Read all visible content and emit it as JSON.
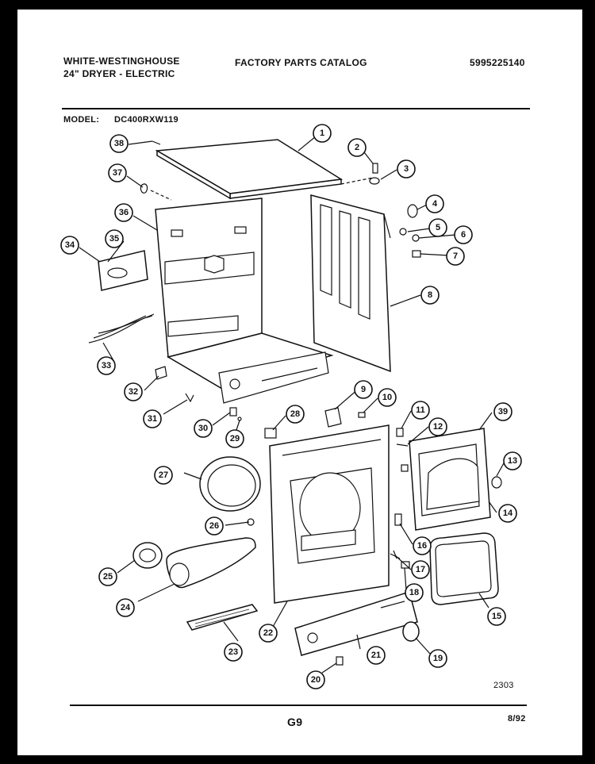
{
  "header": {
    "brand": "WHITE-WESTINGHOUSE",
    "product": "24\" DRYER - ELECTRIC",
    "catalog": "FACTORY PARTS CATALOG",
    "catalog_number": "5995225140",
    "model_label": "MODEL:",
    "model_value": "DC400RXW119"
  },
  "footer": {
    "figure_code": "2303",
    "page_code": "G9",
    "date": "8/92"
  },
  "callouts": [
    "1",
    "2",
    "3",
    "4",
    "5",
    "6",
    "7",
    "8",
    "9",
    "10",
    "11",
    "12",
    "13",
    "14",
    "15",
    "16",
    "17",
    "18",
    "19",
    "20",
    "21",
    "22",
    "23",
    "24",
    "25",
    "26",
    "27",
    "28",
    "29",
    "30",
    "31",
    "32",
    "33",
    "34",
    "35",
    "36",
    "37",
    "38",
    "39"
  ]
}
